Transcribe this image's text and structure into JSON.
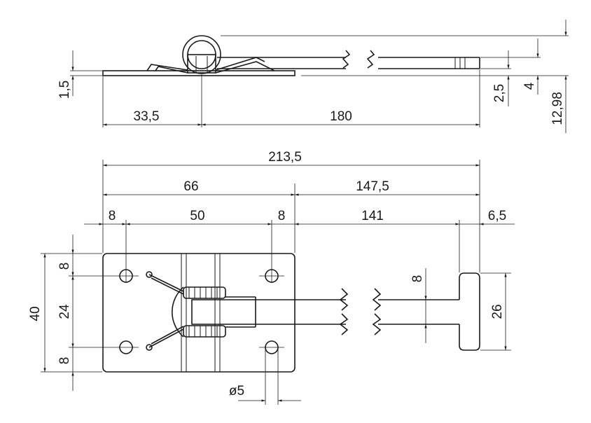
{
  "drawing_title": "",
  "dimensions": {
    "side_view": {
      "thickness": "1,5",
      "hinge_offset": "33,5",
      "arm_length": "180",
      "hook_thickness": "2,5",
      "hook_height": "4",
      "total_height": "12,98"
    },
    "plan_view": {
      "overall_length": "213,5",
      "plate_length": "66",
      "arm_length": "147,5",
      "edge_left": "8",
      "hole_spacing": "50",
      "edge_right": "8",
      "shaft_length": "141",
      "tee_width": "6,5",
      "edge_top": "8",
      "hole_spacing_vertical": "24",
      "edge_bottom": "8",
      "plate_width": "40",
      "shaft_width": "8",
      "tee_height": "26",
      "hole_diameter": "ø5"
    }
  }
}
